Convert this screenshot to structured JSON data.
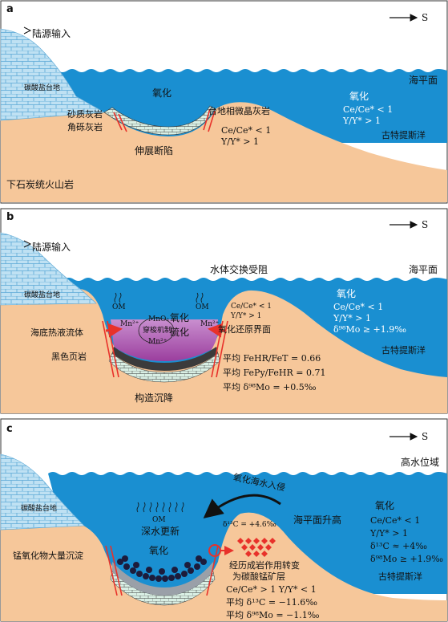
{
  "colors": {
    "sea": "#1a8fd1",
    "sea_deep": "#1577b6",
    "land": "#f6c79a",
    "platform": "#bfe1f3",
    "platform_brick": "#5aa8d6",
    "anoxic": "#a654a6",
    "anoxic_light": "#c78ac7",
    "fault": "#e8312a",
    "nodule": "#1c1c3c",
    "mn_diamond": "#e8312a"
  },
  "panels": {
    "a": {
      "letter": "a",
      "arrow_label": "S",
      "land_input": "陆源输入",
      "sea_level": "海平面",
      "platform": "碳酸盐台地",
      "oxidation_left": "氧化",
      "sandy_limestone": "砂质灰岩",
      "breccia_limestone": "角砾灰岩",
      "micrite": "台地相微晶灰岩",
      "ce_left": "Ce/Ce* < 1",
      "y_left": "Y/Y* > 1",
      "extension_fault": "伸展断陷",
      "oxidation_right": "氧化",
      "ce_right": "Ce/Ce* < 1",
      "y_right": "Y/Y* > 1",
      "paleo_tethys": "古特提斯洋",
      "volcanic": "下石炭统火山岩"
    },
    "b": {
      "letter": "b",
      "arrow_label": "S",
      "land_input": "陆源输入",
      "water_restricted": "水体交换受阻",
      "sea_level": "海平面",
      "platform": "碳酸盐台地",
      "om_left": "OM",
      "om_right": "OM",
      "oxidation_mid": "氧化",
      "sulfide": "硫化",
      "mno2": "MnO₂",
      "shuttle": "穿梭机制",
      "mn_left": "Mn²⁺",
      "mn_right": "Mn²⁺",
      "mn_bottom": "Mn²⁺",
      "hydrothermal": "海底热液流体",
      "redox_interface": "氧化还原界面",
      "black_shale": "黑色页岩",
      "ce_mid": "Ce/Ce* < 1",
      "y_mid": "Y/Y* > 1",
      "fe_hr": "平均 FeHR/FeT = 0.66",
      "fe_py": "平均 FePy/FeHR = 0.71",
      "mo_avg": "平均 δ⁹⁸Mo = +0.5‰",
      "tectonic": "构造沉降",
      "oxidation_right": "氧化",
      "ce_right": "Ce/Ce* < 1",
      "y_right": "Y/Y* > 1",
      "mo_right": "δ⁹⁸Mo ≥ +1.9‰",
      "paleo_tethys": "古特提斯洋"
    },
    "c": {
      "letter": "c",
      "arrow_label": "S",
      "highstand": "高水位域",
      "platform": "碳酸盐台地",
      "om": "OM",
      "deepening": "深水更新",
      "oxidation_mid": "氧化",
      "oxygen_inflow": "氧化海水入侵",
      "sea_rise": "海平面升高",
      "c13_mid": "δ¹³C = +4.6‰",
      "mn_deposit": "锰氧化物大量沉淀",
      "diagenesis_1": "经历成岩作用转变",
      "diagenesis_2": "为碳酸锰矿层",
      "ce_y_bottom": "Ce/Ce* > 1     Y/Y* < 1",
      "c13_avg": "平均 δ¹³C = −11.6‰",
      "mo_avg": "平均 δ⁹⁸Mo = −1.1‰",
      "oxidation_right": "氧化",
      "ce_right": "Ce/Ce* < 1",
      "y_right": "Y/Y* > 1",
      "c13_right": "δ¹³C ≈ +4‰",
      "mo_right": "δ⁹⁸Mo ≥ +1.9‰",
      "paleo_tethys": "古特提斯洋"
    }
  }
}
